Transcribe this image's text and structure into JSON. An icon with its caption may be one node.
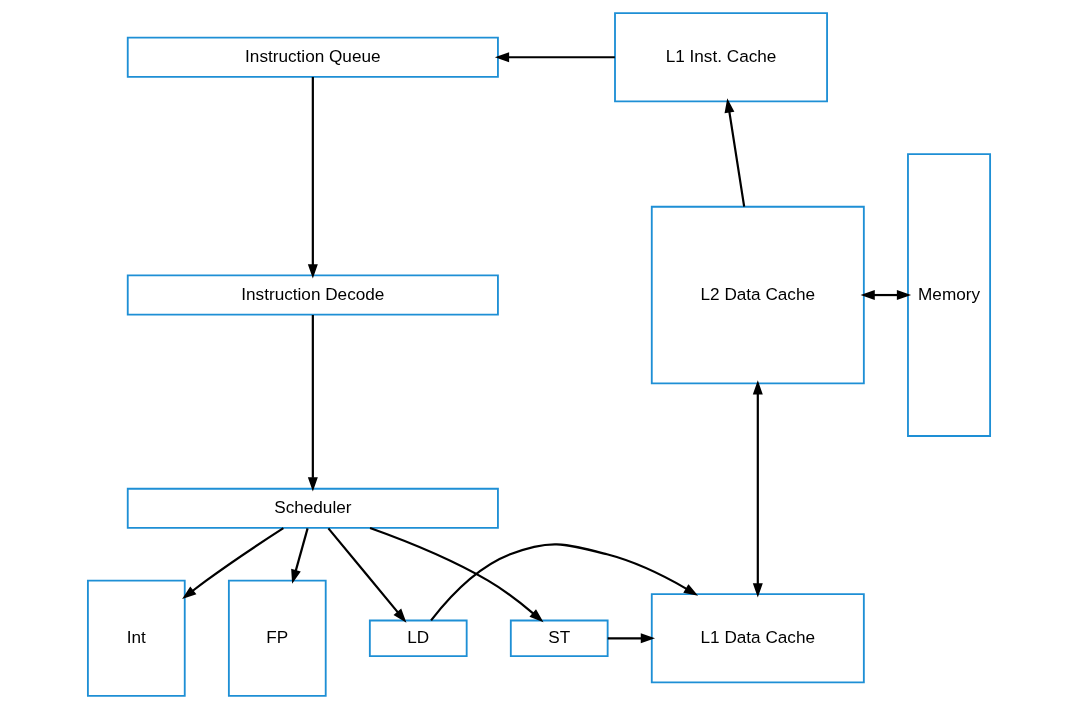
{
  "diagram": {
    "nodes": [
      {
        "text": [
          "Instruction Queue"
        ]
      },
      {
        "text": [
          "Instruction Decode"
        ]
      },
      {
        "text": [
          "Scheduler"
        ]
      },
      {
        "text": [
          "Int"
        ]
      },
      {
        "text": [
          "FP"
        ]
      },
      {
        "text": [
          "LD"
        ]
      },
      {
        "text": [
          "ST"
        ]
      },
      {
        "text": [
          "L1 Inst. Cache"
        ]
      },
      {
        "text": [
          "L2 Data Cache"
        ]
      },
      {
        "text": [
          "L1 Data Cache"
        ]
      },
      {
        "text": [
          "Memory"
        ]
      }
    ],
    "edges": [
      {
        "from": 7,
        "to": 0,
        "arrow": "to"
      },
      {
        "from": 0,
        "to": 1,
        "arrow": "to"
      },
      {
        "from": 1,
        "to": 2,
        "arrow": "to"
      },
      {
        "from": 2,
        "to": 3,
        "arrow": "to"
      },
      {
        "from": 2,
        "to": 4,
        "arrow": "to"
      },
      {
        "from": 2,
        "to": 5,
        "arrow": "to"
      },
      {
        "from": 2,
        "to": 6,
        "arrow": "to"
      },
      {
        "from": 5,
        "to": 9,
        "arrow": "to"
      },
      {
        "from": 6,
        "to": 9,
        "arrow": "to"
      },
      {
        "from": 8,
        "to": 7,
        "arrow": "to"
      },
      {
        "from": 8,
        "to": 9,
        "arrow": "both"
      },
      {
        "from": 8,
        "to": 10,
        "arrow": "both"
      }
    ]
  }
}
